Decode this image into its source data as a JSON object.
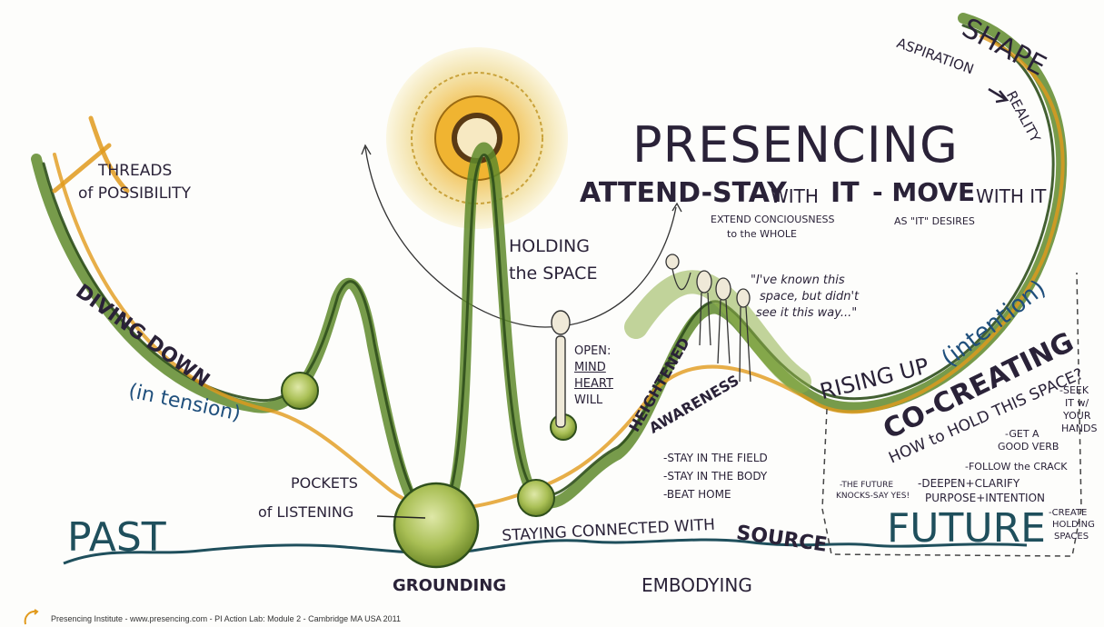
{
  "colors": {
    "ink": "#2a2238",
    "green": "#5f8a2c",
    "green_dark": "#2f4f1c",
    "orange": "#e19a1c",
    "blue": "#1f4f5c",
    "sun": "#f2b83a"
  },
  "labels": {
    "threads": "THREADS",
    "of_possibility": "of POSSIBILITY",
    "diving_down": "DIVING DOWN",
    "in_tension": "(in tension)",
    "past": "PAST",
    "pockets": "POCKETS",
    "of_listening": "of LISTENING",
    "grounding": "GROUNDING",
    "holding": "HOLDING",
    "the_space": "the SPACE",
    "open": "OPEN:",
    "mind": "MIND",
    "heart": "HEART",
    "will": "WILL",
    "staying_connected": "STAYING CONNECTED WITH",
    "source": "SOURCE",
    "embodying": "EMBODYING",
    "heightened": "HEIGHTENED",
    "awareness": "AWARENESS",
    "stay_field": "-STAY IN THE FIELD",
    "stay_body": "-STAY IN THE BODY",
    "beat_home": "-BEAT HOME",
    "presencing": "PRESENCING",
    "attend_stay": "ATTEND-STAY",
    "with_it": "WITH",
    "it1": "IT",
    "move": "- MOVE",
    "with_it2": "WITH IT",
    "extend": "EXTEND CONCIOUSNESS",
    "to_whole": "to the WHOLE",
    "as_it": "AS \"IT\" DESIRES",
    "quote_1": "\"I've known this",
    "quote_2": "space, but didn't",
    "quote_3": "see it this way...\"",
    "shape": "SHAPE",
    "aspiration": "ASPIRATION",
    "reality": "REALITY",
    "rising_up": "RISING UP",
    "intention": "(intention)",
    "co_creating": "CO-CREATING",
    "how_hold": "HOW to HOLD THIS SPACE?",
    "seek": "-SEEK",
    "it_w": "IT w/",
    "your": "YOUR",
    "hands": "HANDS",
    "get_a": "-GET A",
    "good_verb": "GOOD VERB",
    "follow": "-FOLLOW the CRACK",
    "future_knocks_1": "-THE FUTURE",
    "future_knocks_2": "KNOCKS-SAY YES!",
    "deepen": "-DEEPEN+CLARIFY",
    "purpose": "PURPOSE+INTENTION",
    "create": "-CREATE",
    "holding_spaces_1": "HOLDING",
    "holding_spaces_2": "SPACES",
    "future": "FUTURE"
  },
  "footer": "Presencing Institute - www.presencing.com - PI Action Lab: Module 2 - Cambridge MA USA 2011"
}
